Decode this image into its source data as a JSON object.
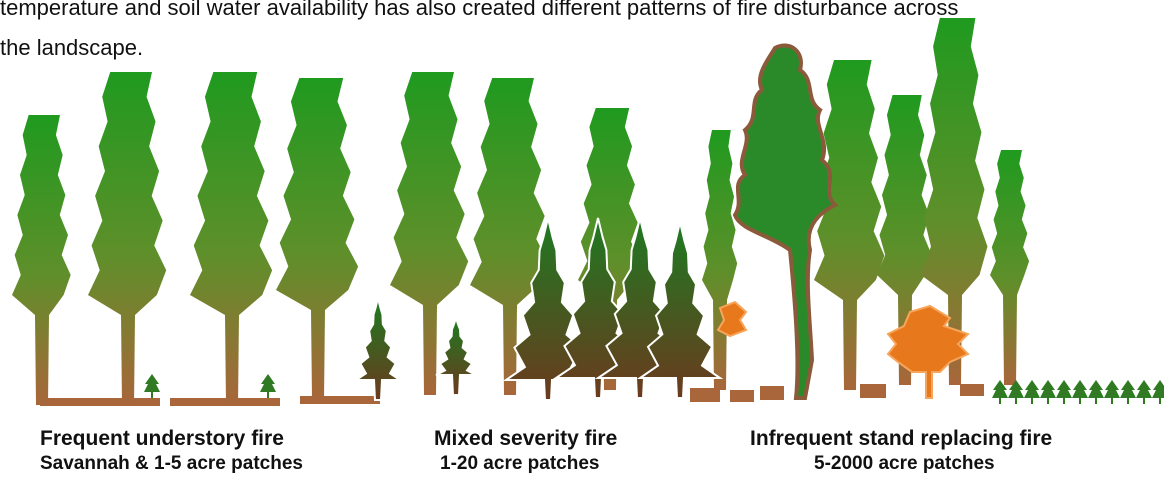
{
  "intro": {
    "line1": "temperature and soil water availability has also created different patterns of fire disturbance across",
    "line2": "the landscape."
  },
  "regimes": [
    {
      "title": "Frequent understory fire",
      "detail": "Savannah & 1-5 acre patches"
    },
    {
      "title": "Mixed severity fire",
      "detail": "1-20 acre patches"
    },
    {
      "title": "Infrequent stand replacing fire",
      "detail": "5-2000 acre patches"
    }
  ],
  "colors": {
    "tree_top": "#1f9a1f",
    "tree_bottom": "#a8663a",
    "conifer_top": "#1e7a22",
    "conifer_bottom": "#6b3a1e",
    "burned": "#e8781c",
    "burned_dark": "#b8520f",
    "outline": "#8b5a3a"
  }
}
